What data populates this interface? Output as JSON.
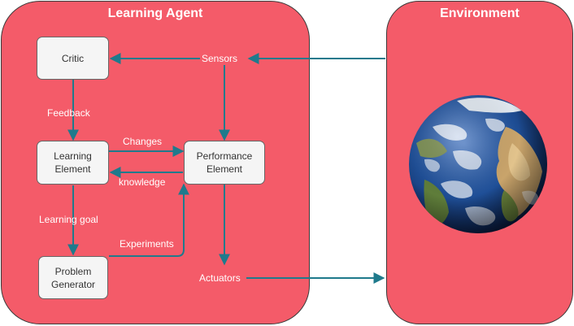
{
  "colors": {
    "panel": "#F45B69",
    "edge": "#1F7A8C",
    "node_fill": "#F5F5F5"
  },
  "panels": {
    "learning_agent": {
      "title": "Learning Agent"
    },
    "environment": {
      "title": "Environment"
    }
  },
  "nodes": {
    "critic": "Critic",
    "learning_element": "Learning\nElement",
    "performance_element": "Performance\nElement",
    "problem_generator": "Problem\nGenerator"
  },
  "labels": {
    "sensors": "Sensors",
    "actuators": "Actuators",
    "feedback": "Feedback",
    "changes": "Changes",
    "knowledge": "knowledge",
    "learning_goal": "Learning goal",
    "experiments": "Experiments"
  },
  "image": {
    "earth_icon": "earth-globe-icon"
  }
}
